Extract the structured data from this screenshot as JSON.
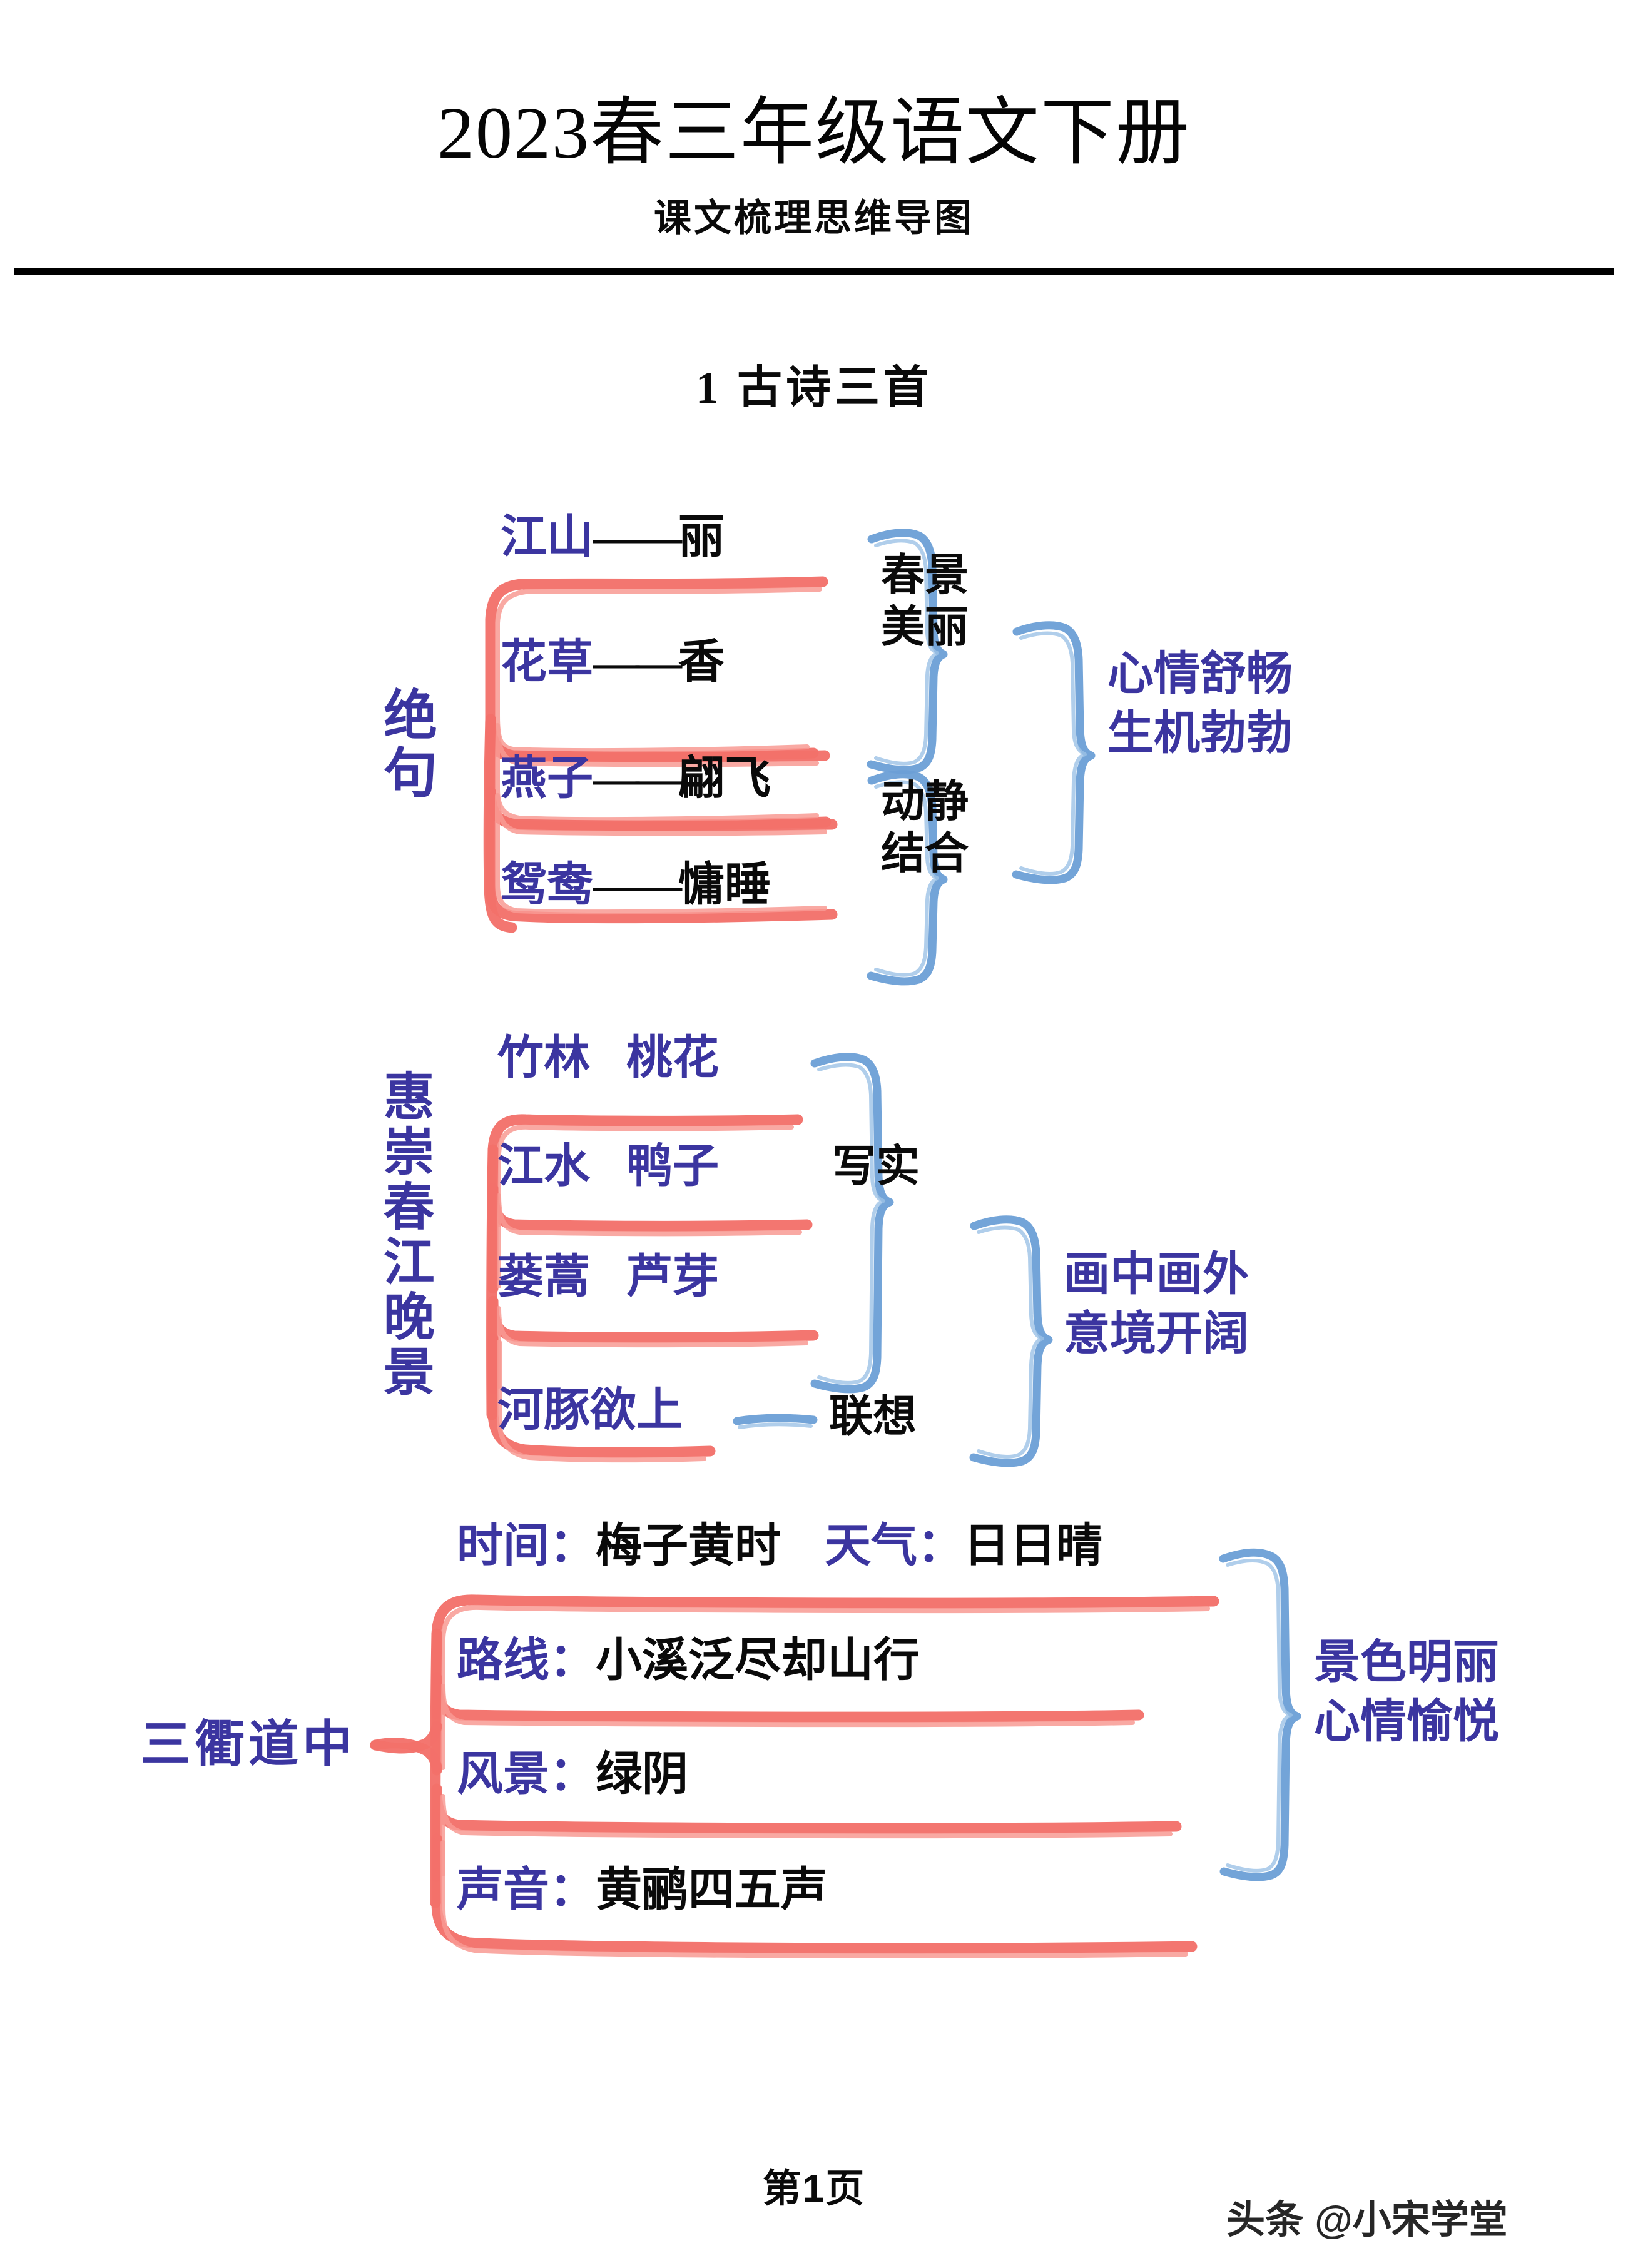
{
  "header": {
    "title": "2023春三年级语文下册",
    "subtitle": "课文梳理思维导图"
  },
  "section": {
    "heading": "1  古诗三首"
  },
  "blocks": [
    {
      "node": "绝句",
      "items": [
        {
          "subject": "江山",
          "dash": "——",
          "predicate": "丽"
        },
        {
          "subject": "花草",
          "dash": "——",
          "predicate": "香"
        },
        {
          "subject": "燕子",
          "dash": "——",
          "predicate": "翩飞"
        },
        {
          "subject": "鸳鸯",
          "dash": "——",
          "predicate": "慵睡"
        }
      ],
      "groups": [
        {
          "label": "春景\n美丽"
        },
        {
          "label": "动静\n结合"
        }
      ],
      "conclusion": "心情舒畅\n生机勃勃"
    },
    {
      "node": "惠崇春江晚景",
      "items": [
        {
          "left": "竹林",
          "right": "桃花"
        },
        {
          "left": "江水",
          "right": "鸭子"
        },
        {
          "left": "蒌蒿",
          "right": "芦芽"
        },
        {
          "left": "河豚欲上",
          "right": ""
        }
      ],
      "groups": [
        {
          "label": "写实"
        },
        {
          "label": "联想"
        }
      ],
      "conclusion": "画中画外\n意境开阔"
    },
    {
      "node": "三衢道中",
      "items": [
        {
          "label": "时间：",
          "value": "梅子黄时",
          "label2": "天气：",
          "value2": "日日晴"
        },
        {
          "label": "路线：",
          "value": "小溪泛尽却山行"
        },
        {
          "label": "风景：",
          "value": "绿阴"
        },
        {
          "label": "声音：",
          "value": "黄鹂四五声"
        }
      ],
      "conclusion": "景色明丽\n心情愉悦"
    }
  ],
  "footer": {
    "page_number": "第1页",
    "watermark": "头条 @小宋学堂"
  },
  "colors": {
    "ink_indigo": "#3b35a0",
    "ink_black": "#0a0a0a",
    "stroke_red": "#f3706a",
    "stroke_blue": "#6c9fd6"
  }
}
